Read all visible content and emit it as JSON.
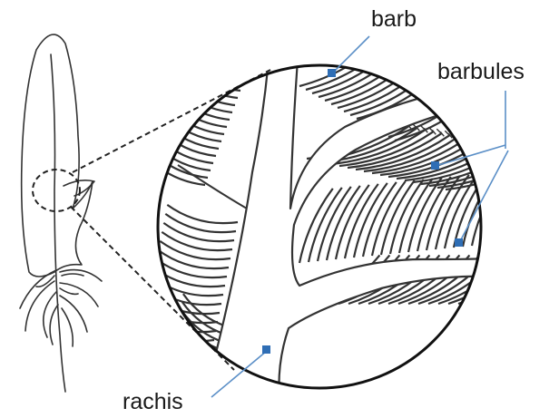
{
  "labels": {
    "barb": "barb",
    "barbules": "barbules",
    "rachis": "rachis"
  },
  "colors": {
    "ink": "#333333",
    "pointer": "#5b8fc7",
    "marker": "#2f6eb5"
  }
}
